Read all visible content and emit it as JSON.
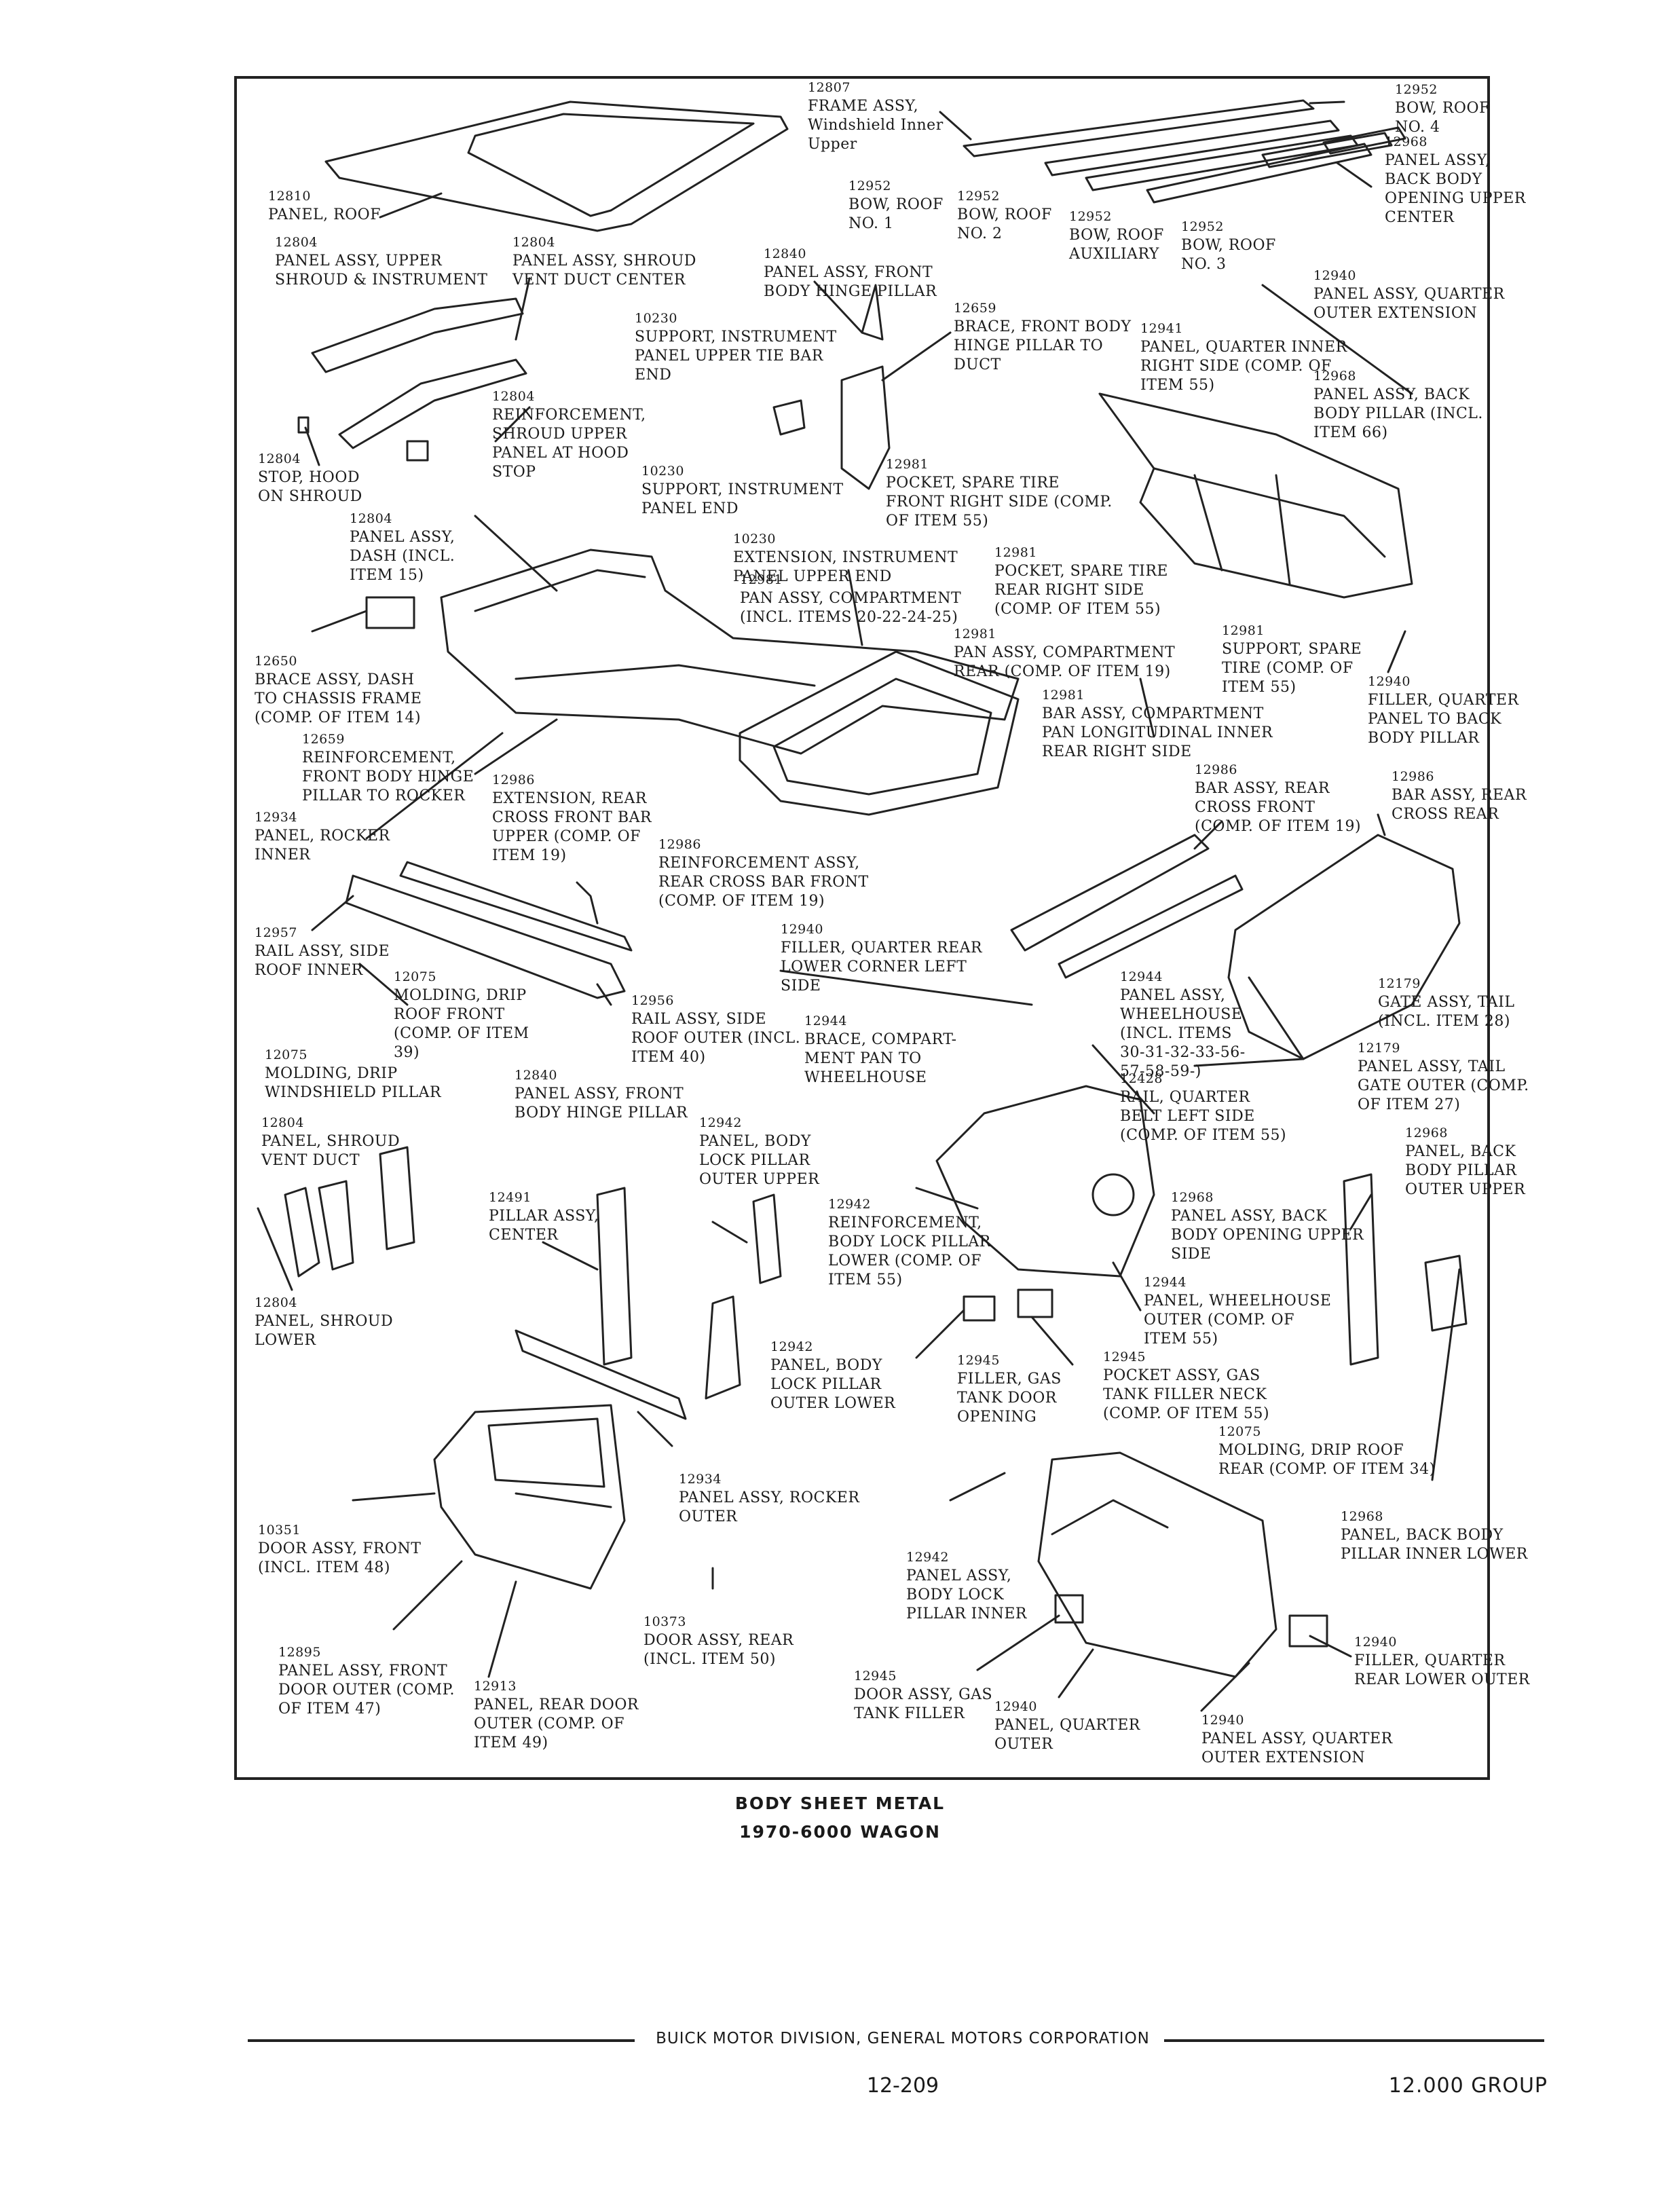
{
  "caption": {
    "line1": "BODY SHEET METAL",
    "line2": "1970-6000 WAGON"
  },
  "footer": {
    "corporation": "BUICK MOTOR DIVISION, GENERAL MOTORS CORPORATION",
    "page": "12-209",
    "group": "12.000 GROUP"
  },
  "labels": [
    {
      "num": "12807",
      "text": [
        "FRAME ASSY,",
        "Windshield Inner",
        "Upper"
      ]
    },
    {
      "num": "12952",
      "text": [
        "BOW, ROOF",
        "NO. 4"
      ]
    },
    {
      "num": "12968",
      "text": [
        "PANEL ASSY,",
        "BACK BODY",
        "OPENING UPPER",
        "CENTER"
      ]
    },
    {
      "num": "12810",
      "text": [
        "PANEL, ROOF"
      ]
    },
    {
      "num": "12952",
      "text": [
        "BOW, ROOF",
        "NO. 1"
      ]
    },
    {
      "num": "12952",
      "text": [
        "BOW, ROOF",
        "NO. 2"
      ]
    },
    {
      "num": "12952",
      "text": [
        "BOW, ROOF",
        "AUXILIARY"
      ]
    },
    {
      "num": "12952",
      "text": [
        "BOW, ROOF",
        "NO. 3"
      ]
    },
    {
      "num": "12804",
      "text": [
        "PANEL ASSY, UPPER",
        "SHROUD & INSTRUMENT"
      ]
    },
    {
      "num": "12804",
      "text": [
        "PANEL ASSY, SHROUD",
        "VENT DUCT CENTER"
      ]
    },
    {
      "num": "12840",
      "text": [
        "PANEL ASSY, FRONT",
        "BODY HINGE PILLAR"
      ]
    },
    {
      "num": "12940",
      "text": [
        "PANEL ASSY, QUARTER",
        "OUTER EXTENSION"
      ]
    },
    {
      "num": "12659",
      "text": [
        "BRACE, FRONT BODY",
        "HINGE PILLAR TO",
        "DUCT"
      ]
    },
    {
      "num": "10230",
      "text": [
        "SUPPORT, INSTRUMENT",
        "PANEL UPPER TIE BAR",
        "END"
      ]
    },
    {
      "num": "12941",
      "text": [
        "PANEL, QUARTER INNER",
        "RIGHT SIDE (COMP. OF",
        "ITEM 55)"
      ]
    },
    {
      "num": "12968",
      "text": [
        "PANEL ASSY, BACK",
        "BODY PILLAR (INCL.",
        "ITEM 66)"
      ]
    },
    {
      "num": "12804",
      "text": [
        "REINFORCEMENT,",
        "SHROUD UPPER",
        "PANEL AT HOOD",
        "STOP"
      ]
    },
    {
      "num": "12804",
      "text": [
        "STOP, HOOD",
        "ON SHROUD"
      ]
    },
    {
      "num": "10230",
      "text": [
        "SUPPORT, INSTRUMENT",
        "PANEL END"
      ]
    },
    {
      "num": "12981",
      "text": [
        "POCKET, SPARE TIRE",
        "FRONT RIGHT SIDE (COMP.",
        "OF ITEM 55)"
      ]
    },
    {
      "num": "12804",
      "text": [
        "PANEL ASSY,",
        "DASH (INCL.",
        "ITEM 15)"
      ]
    },
    {
      "num": "10230",
      "text": [
        "EXTENSION, INSTRUMENT",
        "PANEL UPPER END"
      ]
    },
    {
      "num": "12981",
      "text": [
        "POCKET, SPARE TIRE",
        "REAR RIGHT SIDE",
        "(COMP. OF ITEM 55)"
      ]
    },
    {
      "num": "12981",
      "text": [
        "PAN ASSY, COMPARTMENT",
        "(INCL. ITEMS 20-22-24-25)"
      ]
    },
    {
      "num": "12981",
      "text": [
        "PAN ASSY, COMPARTMENT",
        "REAR (COMP. OF ITEM 19)"
      ]
    },
    {
      "num": "12981",
      "text": [
        "SUPPORT, SPARE",
        "TIRE (COMP. OF",
        "ITEM 55)"
      ]
    },
    {
      "num": "12650",
      "text": [
        "BRACE ASSY, DASH",
        "TO CHASSIS FRAME",
        "(COMP. OF ITEM 14)"
      ]
    },
    {
      "num": "12940",
      "text": [
        "FILLER, QUARTER",
        "PANEL TO BACK",
        "BODY PILLAR"
      ]
    },
    {
      "num": "12981",
      "text": [
        "BAR ASSY, COMPARTMENT",
        "PAN LONGITUDINAL INNER",
        "REAR RIGHT SIDE"
      ]
    },
    {
      "num": "12659",
      "text": [
        "REINFORCEMENT,",
        "FRONT BODY HINGE",
        "PILLAR TO ROCKER"
      ]
    },
    {
      "num": "12986",
      "text": [
        "BAR ASSY, REAR",
        "CROSS FRONT",
        "(COMP. OF ITEM 19)"
      ]
    },
    {
      "num": "12986",
      "text": [
        "BAR ASSY, REAR",
        "CROSS REAR"
      ]
    },
    {
      "num": "12934",
      "text": [
        "PANEL, ROCKER",
        "INNER"
      ]
    },
    {
      "num": "12986",
      "text": [
        "EXTENSION, REAR",
        "CROSS FRONT BAR",
        "UPPER (COMP. OF",
        "ITEM 19)"
      ]
    },
    {
      "num": "12986",
      "text": [
        "REINFORCEMENT ASSY,",
        "REAR CROSS BAR FRONT",
        "(COMP. OF ITEM 19)"
      ]
    },
    {
      "num": "12940",
      "text": [
        "FILLER, QUARTER REAR",
        "LOWER CORNER LEFT",
        "SIDE"
      ]
    },
    {
      "num": "12957",
      "text": [
        "RAIL ASSY, SIDE",
        "ROOF INNER"
      ]
    },
    {
      "num": "12075",
      "text": [
        "MOLDING, DRIP",
        "ROOF FRONT",
        "(COMP. OF ITEM",
        "39)"
      ]
    },
    {
      "num": "12956",
      "text": [
        "RAIL ASSY, SIDE",
        "ROOF OUTER (INCL.",
        "ITEM 40)"
      ]
    },
    {
      "num": "12944",
      "text": [
        "BRACE, COMPART-",
        "MENT PAN TO",
        "WHEELHOUSE"
      ]
    },
    {
      "num": "12944",
      "text": [
        "PANEL ASSY,",
        "WHEELHOUSE",
        "(INCL. ITEMS",
        "30-31-32-33-56-",
        "57-58-59-)"
      ]
    },
    {
      "num": "12179",
      "text": [
        "GATE ASSY, TAIL",
        "(INCL. ITEM 28)"
      ]
    },
    {
      "num": "12179",
      "text": [
        "PANEL ASSY, TAIL",
        "GATE OUTER (COMP.",
        "OF ITEM 27)"
      ]
    },
    {
      "num": "12075",
      "text": [
        "MOLDING, DRIP",
        "WINDSHIELD PILLAR"
      ]
    },
    {
      "num": "12840",
      "text": [
        "PANEL ASSY, FRONT",
        "BODY HINGE PILLAR"
      ]
    },
    {
      "num": "12428",
      "text": [
        "RAIL, QUARTER",
        "BELT LEFT SIDE",
        "(COMP. OF ITEM 55)"
      ]
    },
    {
      "num": "12804",
      "text": [
        "PANEL, SHROUD",
        "VENT DUCT"
      ]
    },
    {
      "num": "12942",
      "text": [
        "PANEL, BODY",
        "LOCK PILLAR",
        "OUTER UPPER"
      ]
    },
    {
      "num": "12968",
      "text": [
        "PANEL, BACK",
        "BODY PILLAR",
        "OUTER UPPER"
      ]
    },
    {
      "num": "12491",
      "text": [
        "PILLAR ASSY,",
        "CENTER"
      ]
    },
    {
      "num": "12942",
      "text": [
        "REINFORCEMENT,",
        "BODY LOCK PILLAR",
        "LOWER (COMP. OF",
        "ITEM 55)"
      ]
    },
    {
      "num": "12968",
      "text": [
        "PANEL ASSY, BACK",
        "BODY OPENING UPPER",
        "SIDE"
      ]
    },
    {
      "num": "12944",
      "text": [
        "PANEL, WHEELHOUSE",
        "OUTER (COMP. OF",
        "ITEM 55)"
      ]
    },
    {
      "num": "12804",
      "text": [
        "PANEL, SHROUD",
        "LOWER"
      ]
    },
    {
      "num": "12942",
      "text": [
        "PANEL, BODY",
        "LOCK PILLAR",
        "OUTER LOWER"
      ]
    },
    {
      "num": "12945",
      "text": [
        "FILLER, GAS",
        "TANK DOOR",
        "OPENING"
      ]
    },
    {
      "num": "12945",
      "text": [
        "POCKET ASSY, GAS",
        "TANK FILLER NECK",
        "(COMP. OF ITEM 55)"
      ]
    },
    {
      "num": "12075",
      "text": [
        "MOLDING, DRIP ROOF",
        "REAR (COMP. OF ITEM 34)"
      ]
    },
    {
      "num": "12934",
      "text": [
        "PANEL ASSY, ROCKER",
        "OUTER"
      ]
    },
    {
      "num": "12968",
      "text": [
        "PANEL, BACK BODY",
        "PILLAR INNER LOWER"
      ]
    },
    {
      "num": "10351",
      "text": [
        "DOOR ASSY, FRONT",
        "(INCL. ITEM 48)"
      ]
    },
    {
      "num": "12942",
      "text": [
        "PANEL ASSY,",
        "BODY LOCK",
        "PILLAR INNER"
      ]
    },
    {
      "num": "10373",
      "text": [
        "DOOR ASSY, REAR",
        "(INCL. ITEM 50)"
      ]
    },
    {
      "num": "12940",
      "text": [
        "FILLER, QUARTER",
        "REAR LOWER OUTER"
      ]
    },
    {
      "num": "12895",
      "text": [
        "PANEL ASSY, FRONT",
        "DOOR OUTER (COMP.",
        "OF ITEM 47)"
      ]
    },
    {
      "num": "12945",
      "text": [
        "DOOR ASSY, GAS",
        "TANK FILLER"
      ]
    },
    {
      "num": "12913",
      "text": [
        "PANEL, REAR DOOR",
        "OUTER (COMP. OF",
        "ITEM 49)"
      ]
    },
    {
      "num": "12940",
      "text": [
        "PANEL, QUARTER",
        "OUTER"
      ]
    },
    {
      "num": "12940",
      "text": [
        "PANEL ASSY, QUARTER",
        "OUTER EXTENSION"
      ]
    }
  ]
}
